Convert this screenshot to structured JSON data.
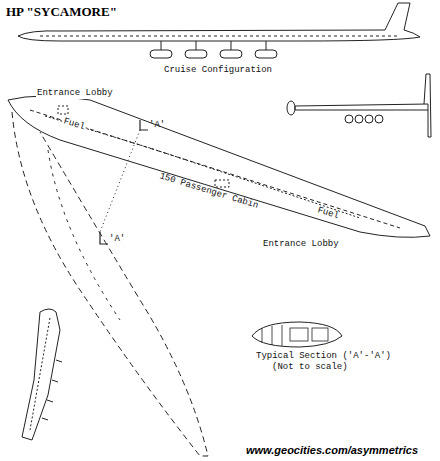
{
  "diagram": {
    "title": "HP \"SYCAMORE\"",
    "labels": [
      "Cruise Configuration",
      "Entrance Lobby",
      "'A'",
      "Fuel",
      "150 Passenger Cabin",
      "Fuel",
      "'A'",
      "Entrance Lobby",
      "Typical Section ('A'-'A')",
      "(Not to scale)",
      "www.geocities.com/asymmetrics"
    ]
  }
}
